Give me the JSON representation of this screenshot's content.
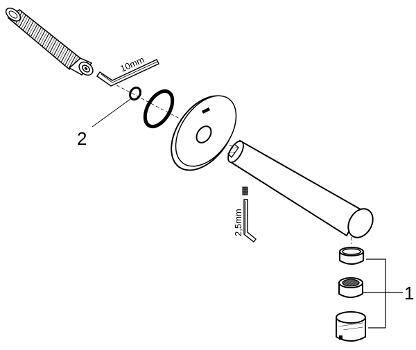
{
  "diagram": {
    "labels": {
      "callout_1": "1",
      "callout_2": "2",
      "hex_key_large": "10mm",
      "hex_key_small": "2,5mm"
    }
  }
}
